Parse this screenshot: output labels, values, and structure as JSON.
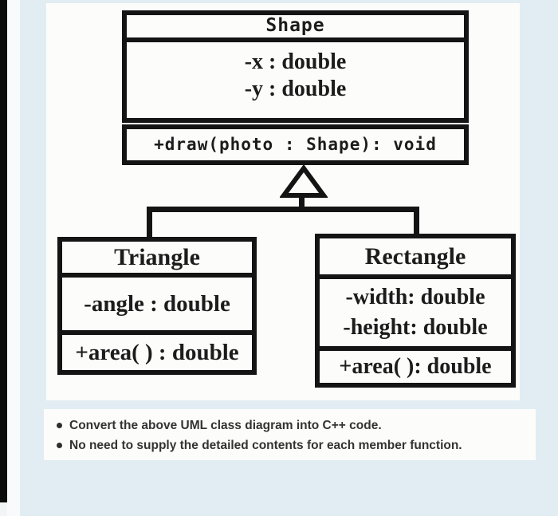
{
  "page": {
    "background_color": "#e1edf3",
    "panel_color": "#fcfcfb",
    "ink_color": "#141414",
    "instruction_text_color": "#333333"
  },
  "diagram": {
    "classes": [
      {
        "id": "shape",
        "name": "Shape",
        "attributes": [
          "-x : double",
          "-y : double"
        ],
        "methods": [
          "+draw(photo : Shape): void"
        ]
      },
      {
        "id": "triangle",
        "name": "Triangle",
        "attributes": [
          "-angle : double"
        ],
        "methods": [
          "+area( ) : double"
        ]
      },
      {
        "id": "rectangle",
        "name": "Rectangle",
        "attributes": [
          "-width: double",
          "-height: double"
        ],
        "methods": [
          "+area( ): double"
        ]
      }
    ],
    "relationships": [
      {
        "type": "inheritance",
        "parent": "Shape",
        "children": [
          "Triangle",
          "Rectangle"
        ]
      }
    ]
  },
  "instructions": {
    "items": [
      "Convert the above UML class diagram into C++ code.",
      "No need to supply the detailed contents for each member function."
    ]
  }
}
